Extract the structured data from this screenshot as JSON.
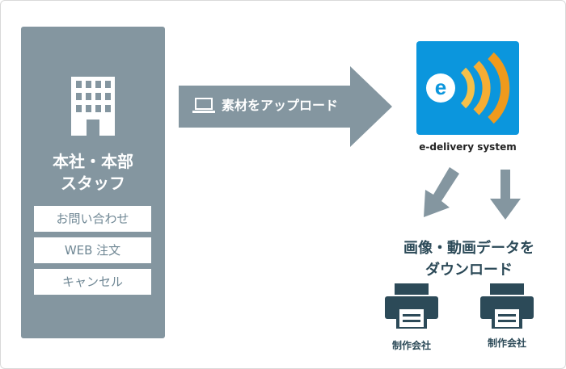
{
  "hq": {
    "title_line1": "本社・本部",
    "title_line2": "スタッフ",
    "buttons": [
      "お問い合わせ",
      "WEB 注文",
      "キャンセル"
    ]
  },
  "upload": {
    "label": "素材をアップロード"
  },
  "system": {
    "name": "e-delivery system"
  },
  "download": {
    "line1": "画像・動画データを",
    "line2": "ダウンロード"
  },
  "companies": [
    "制作会社",
    "制作会社"
  ],
  "colors": {
    "panel": "#8496a0",
    "arrow": "#8496a0",
    "logo_bg": "#0b96dd",
    "logo_wave_light": "#f5c04a",
    "logo_wave_dark": "#f09a1c",
    "dark_text": "#2c4a58"
  }
}
